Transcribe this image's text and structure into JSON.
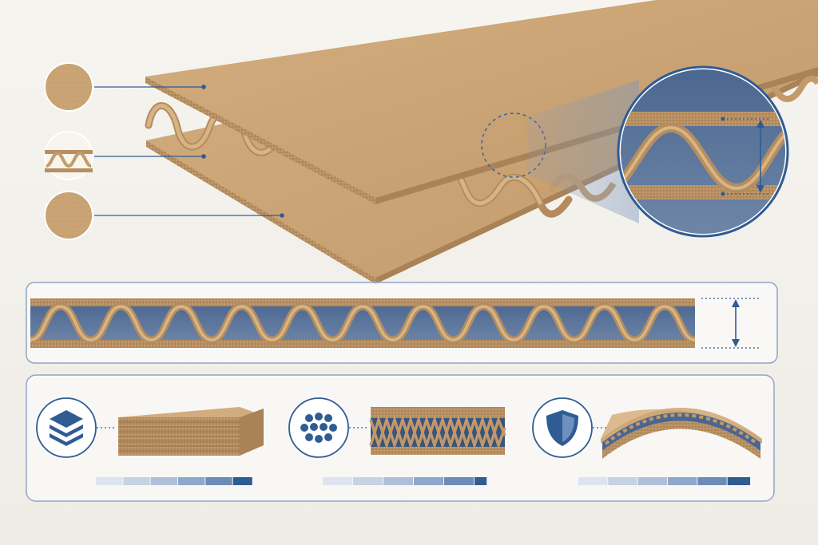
{
  "diagram": {
    "layers": [
      {
        "id": "top-liner",
        "icon": "liner-texture-icon"
      },
      {
        "id": "fluting-medium",
        "icon": "flute-wave-icon"
      },
      {
        "id": "bottom-liner",
        "icon": "liner-texture-icon"
      }
    ],
    "cross_section": {
      "flute_count": 11,
      "dimension_marker": "board-thickness-arrow-icon"
    },
    "properties": [
      {
        "id": "stacking",
        "icon": "stacked-layers-icon",
        "rating": 0.95
      },
      {
        "id": "cushioning",
        "icon": "cells-cluster-icon",
        "rating": 0.9
      },
      {
        "id": "protection",
        "icon": "shield-icon",
        "rating": 0.96
      }
    ],
    "colors": {
      "kraft": "#c9a374",
      "kraft_dark": "#a67f52",
      "kraft_light": "#dcbf94",
      "accent_blue": "#2f5c93",
      "navy_fill": "#5a7296",
      "frame": "#8fa6c6"
    }
  }
}
